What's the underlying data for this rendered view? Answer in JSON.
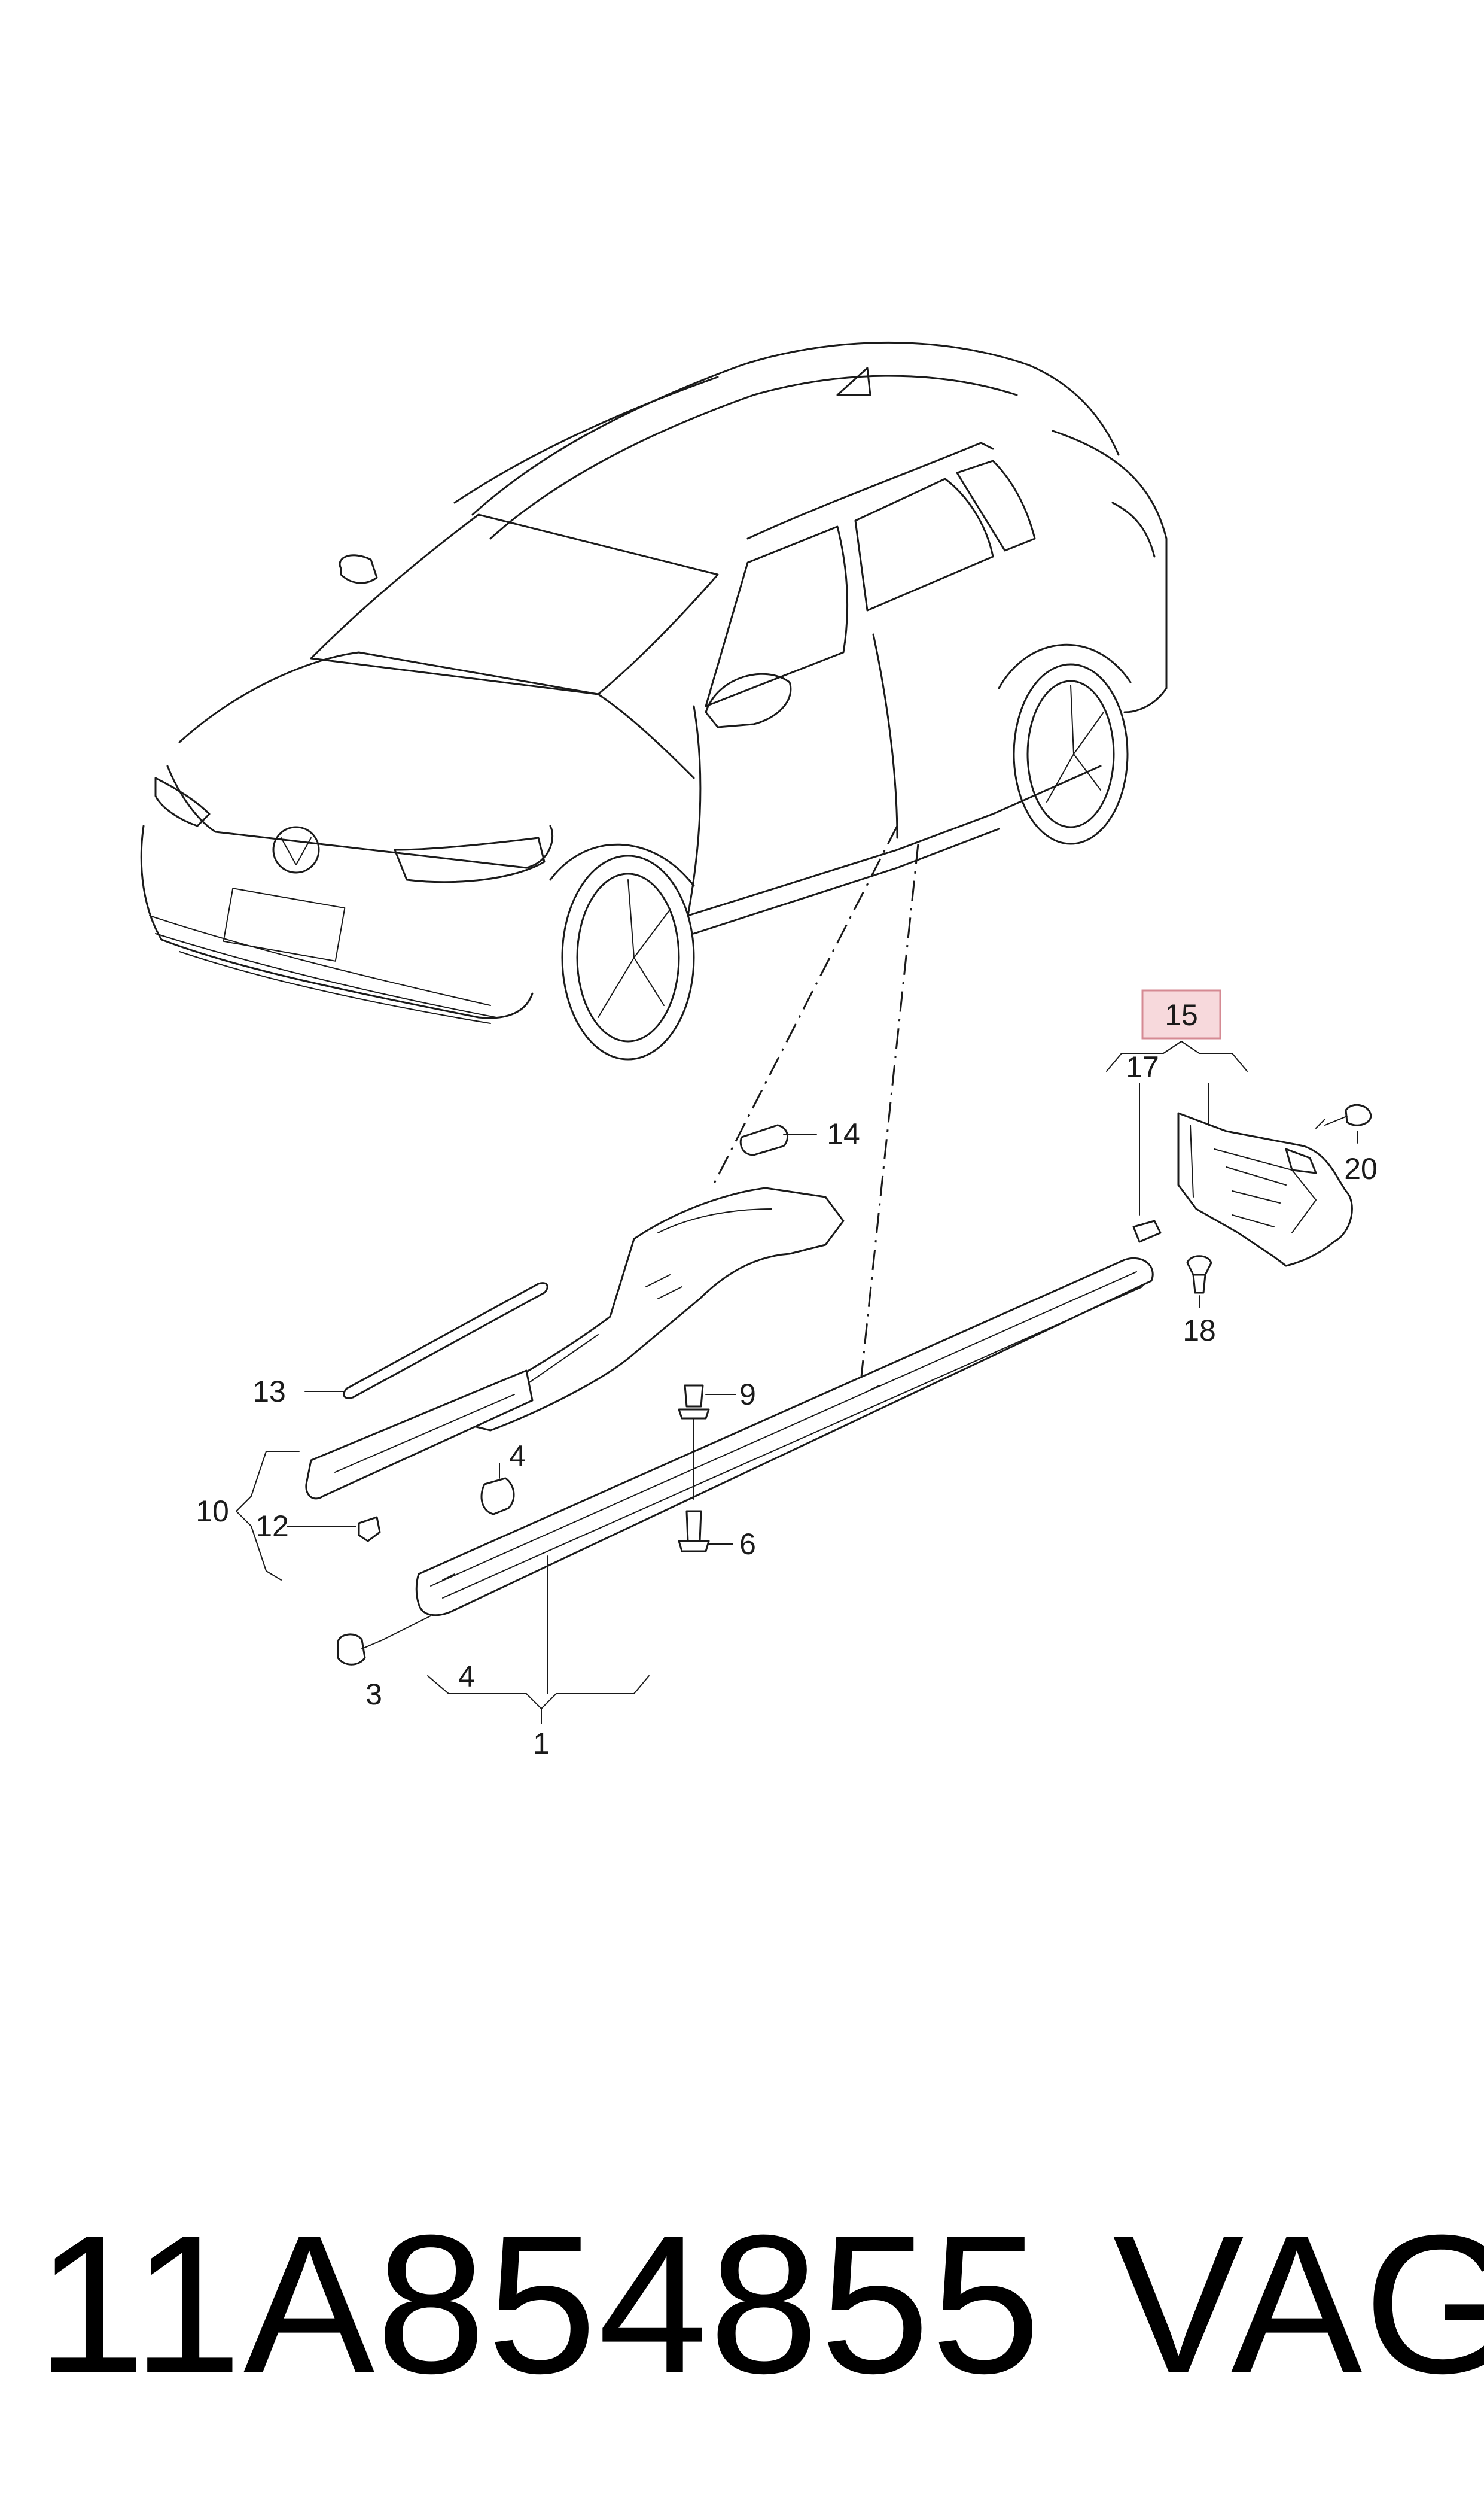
{
  "diagram": {
    "callouts": {
      "c1": "1",
      "c3": "3",
      "c4a": "4",
      "c4b": "4",
      "c6": "6",
      "c9": "9",
      "c10": "10",
      "c12": "12",
      "c13": "13",
      "c14": "14",
      "c15": "15",
      "c17": "17",
      "c18": "18",
      "c20": "20"
    },
    "highlight_color": "#f7d9dc"
  },
  "footer": {
    "part_number": "11A854855",
    "brand": "VAG"
  }
}
